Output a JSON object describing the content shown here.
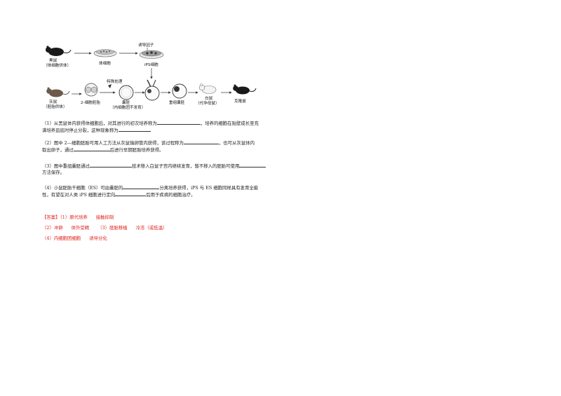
{
  "diagram": {
    "row1": {
      "black_mouse": "黑鼠",
      "black_mouse_sub": "（体细胞供体）",
      "somatic_cell": "体细胞",
      "inducing_factor": "诱导因子",
      "ips_cell": "iPS细胞"
    },
    "row2": {
      "gray_mouse": "灰鼠",
      "gray_mouse_sub": "（胚胎供体）",
      "two_cell_embryo": "2-细胞胚胎",
      "special_treatment": "特殊处理",
      "blastocyst": "囊胚",
      "blastocyst_sub": "（内细胞团不发育）",
      "recombinant_blastocyst": "重组囊胚",
      "white_mouse": "白鼠",
      "white_mouse_sub": "（代孕母鼠）",
      "cloned_mouse": "克隆鼠"
    }
  },
  "questions": {
    "q1_a": "（1）从黑鼠体内获得体细胞后，对其进行的初次培养称为",
    "q1_b": "，培养的细胞在贴壁成长至充",
    "q1_c": "满培养皿底时停止分裂，这种现象称为",
    "q2_a": "（2）图中 2—细胞胚胎可用人工方法从灰鼠输卵管内获得，该过程称为",
    "q2_b": "，也可从灰鼠体内",
    "q2_c": "取出卵子，通过",
    "q2_d": "后进行早期胚胎培养获得。",
    "q3_a": "（3）图中重组囊胚通过",
    "q3_b": "技术移入白鼠子宫内继续发育，暂不移入的胚胎可使用",
    "q3_c": "方法保存。",
    "q4_a": "（4）小鼠胚胎干细胞（ES）可由囊胚的",
    "q4_b": "分离培养获得，iPS 与 ES 细胞同样具有发育全能",
    "q4_c": "性，有望在对人类 iPS 细胞进行定向",
    "q4_d": "后用于疾病的细胞治疗。"
  },
  "answer": {
    "tag": "【答案】",
    "a1_num": "（1）",
    "a1_1": "原代培养",
    "a1_2": "接触抑制",
    "a2_num": "（2）",
    "a2_1": "冲卵",
    "a2_2": "体外受精",
    "a3_num": "（3）",
    "a3_1": "胚胎移植",
    "a3_2": "冷冻（或低温）",
    "a4_num": "（4）",
    "a4_1": "内细胞团细胞",
    "a4_2": "诱导分化"
  },
  "colors": {
    "answer_red": "#e0201b",
    "text": "#222222"
  },
  "icons": [
    "mouse-icon",
    "culture-dish-icon",
    "embryo-icon",
    "arrow-icon"
  ]
}
